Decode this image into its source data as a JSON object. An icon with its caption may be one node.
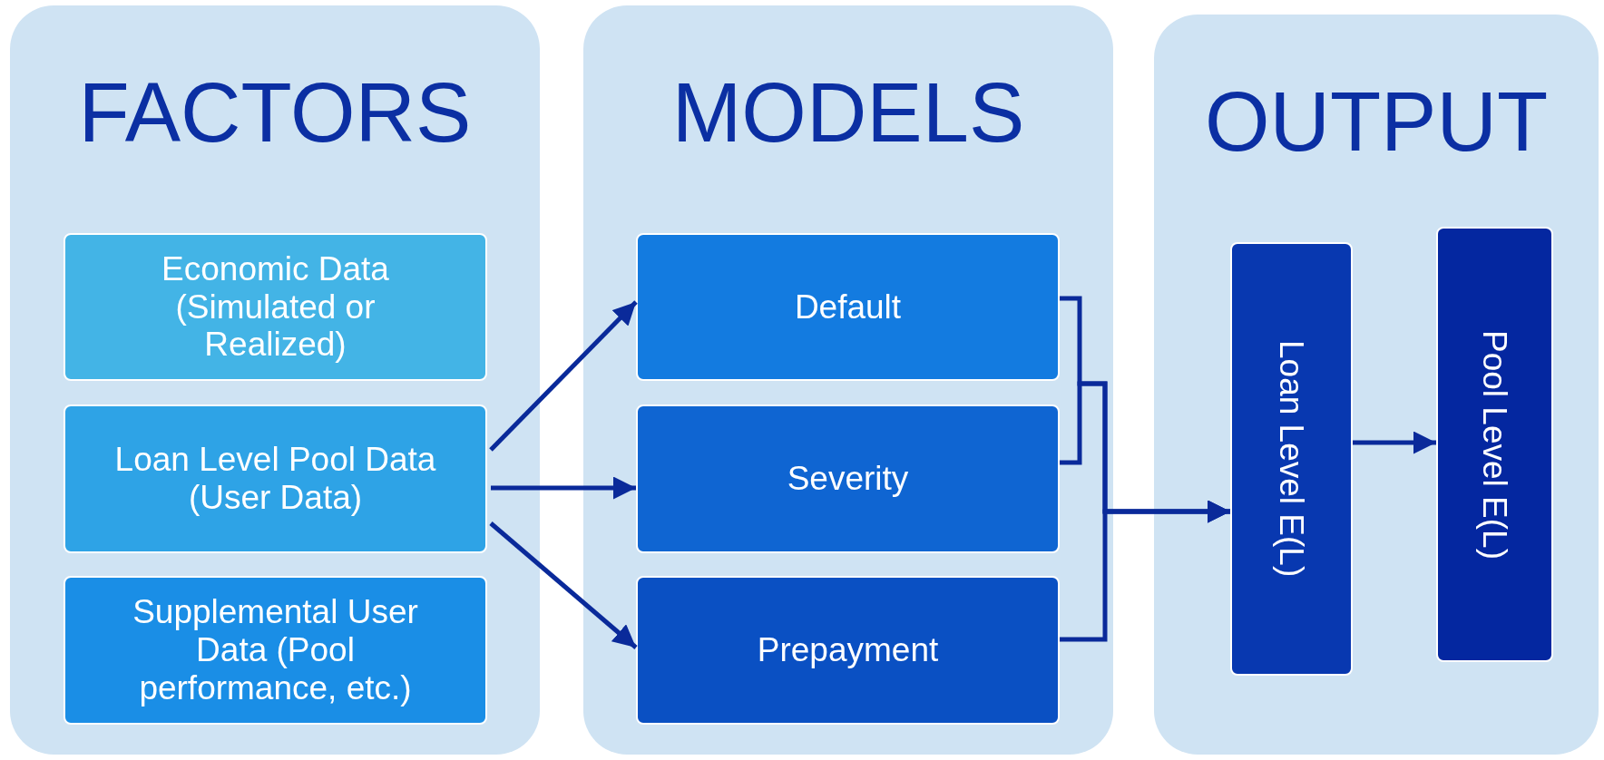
{
  "diagram": {
    "nodes": [
      {
        "text": [
          "FACTORS"
        ]
      },
      {
        "text": [
          "Economic Data (Simulated or Realized)"
        ],
        "in": 0
      },
      {
        "text": [
          "Loan Level Pool Data (User Data)"
        ],
        "in": 0
      },
      {
        "text": [
          "Supplemental User Data (Pool performance, etc.)"
        ],
        "in": 0
      },
      {
        "text": [
          "MODELS"
        ]
      },
      {
        "text": [
          "Default"
        ],
        "in": 4
      },
      {
        "text": [
          "Severity"
        ],
        "in": 4
      },
      {
        "text": [
          "Prepayment"
        ],
        "in": 4
      },
      {
        "text": [
          "OUTPUT"
        ]
      },
      {
        "text": [
          "Loan Level E(L)"
        ],
        "in": 8
      },
      {
        "text": [
          "Pool Level E(L)"
        ],
        "in": 8
      }
    ],
    "edges": [
      {
        "from": 2,
        "to": 5,
        "arrow": "to"
      },
      {
        "from": 2,
        "to": 6,
        "arrow": "to"
      },
      {
        "from": 2,
        "to": 7,
        "arrow": "to"
      },
      {
        "from": 5,
        "to": 9,
        "arrow": "to"
      },
      {
        "from": 6,
        "to": 9,
        "arrow": "to"
      },
      {
        "from": 7,
        "to": 9,
        "arrow": "to"
      },
      {
        "from": 9,
        "to": 10,
        "arrow": "to"
      }
    ]
  }
}
